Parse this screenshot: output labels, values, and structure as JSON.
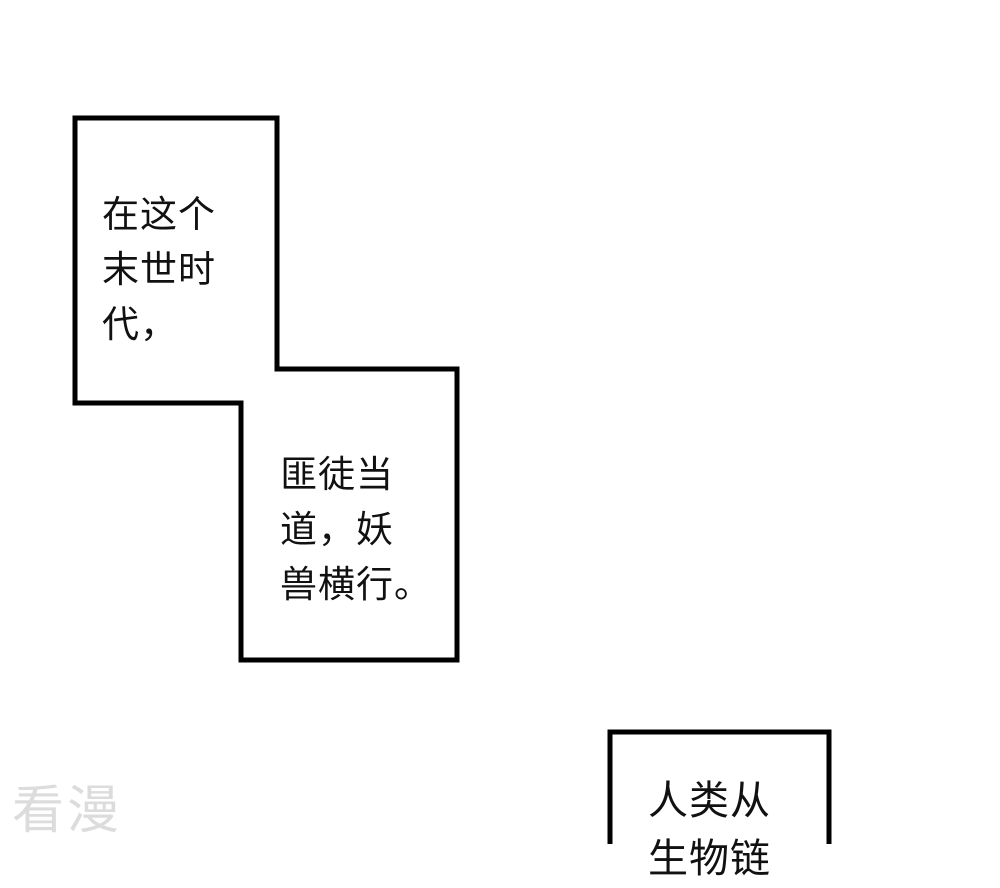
{
  "captions": {
    "box1": "在这个\n末世时\n代，",
    "box2": "匪徒当\n道，妖\n兽横行。",
    "box3": "人类从\n生物链"
  },
  "watermark": "看漫",
  "colors": {
    "background": "#ffffff",
    "border": "#000000",
    "text": "#111111",
    "watermark": "#dcdcdc"
  }
}
